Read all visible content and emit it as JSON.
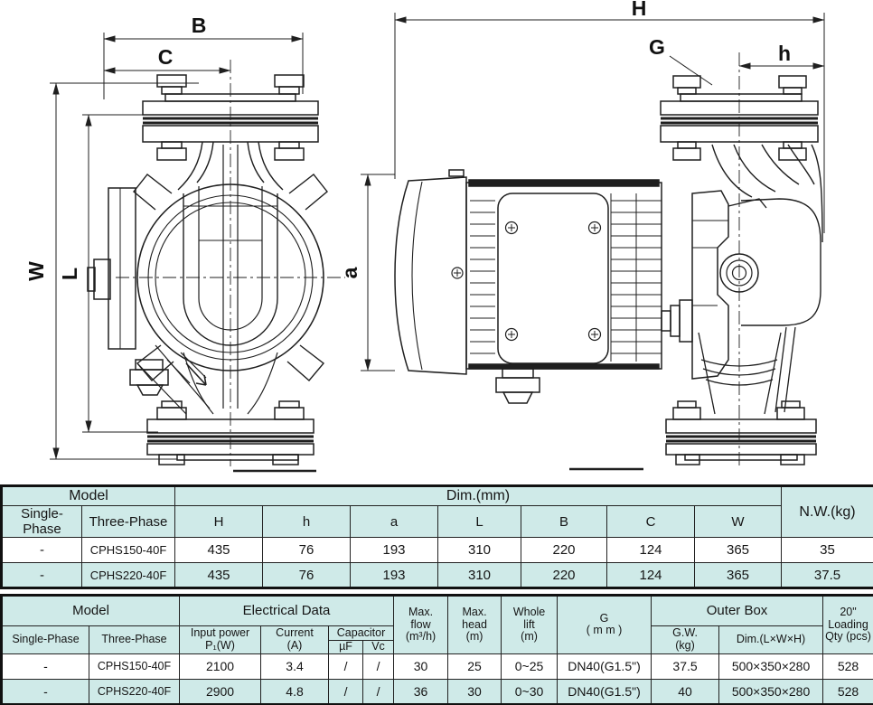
{
  "drawing": {
    "labels": {
      "B": "B",
      "C": "C",
      "W": "W",
      "L": "L",
      "H": "H",
      "G": "G",
      "h": "h",
      "a": "a"
    }
  },
  "dim_table": {
    "group_headers": {
      "model": "Model",
      "dim": "Dim.(mm)",
      "nw": "N.W.(kg)"
    },
    "columns": [
      "Single-Phase",
      "Three-Phase",
      "H",
      "h",
      "a",
      "L",
      "B",
      "C",
      "W"
    ],
    "rows": [
      [
        "-",
        "CPHS150-40F",
        "435",
        "76",
        "193",
        "310",
        "220",
        "124",
        "365",
        "35"
      ],
      [
        "-",
        "CPHS220-40F",
        "435",
        "76",
        "193",
        "310",
        "220",
        "124",
        "365",
        "37.5"
      ]
    ]
  },
  "spec_table": {
    "group_headers": {
      "model": "Model",
      "electrical": "Electrical Data",
      "capacitor": "Capacitor",
      "outer_box": "Outer Box",
      "max_flow": "Max.\nflow\n(m³/h)",
      "max_head": "Max.\nhead\n(m)",
      "whole_lift": "Whole\nlift\n(m)",
      "g": "G\n( m m )",
      "loading": "20\"\nLoading\nQty (pcs)"
    },
    "sub_headers": {
      "single": "Single-Phase",
      "three": "Three-Phase",
      "input_power": "Input power\nP₁(W)",
      "current": "Current\n(A)",
      "uf": "µF",
      "vc": "Vc",
      "gw": "G.W.\n(kg)",
      "dim": "Dim.(L×W×H)"
    },
    "rows": [
      [
        "-",
        "CPHS150-40F",
        "2100",
        "3.4",
        "/",
        "/",
        "30",
        "25",
        "0~25",
        "DN40(G1.5\")",
        "37.5",
        "500×350×280",
        "528"
      ],
      [
        "-",
        "CPHS220-40F",
        "2900",
        "4.8",
        "/",
        "/",
        "36",
        "30",
        "0~30",
        "DN40(G1.5\")",
        "40",
        "500×350×280",
        "528"
      ]
    ]
  }
}
